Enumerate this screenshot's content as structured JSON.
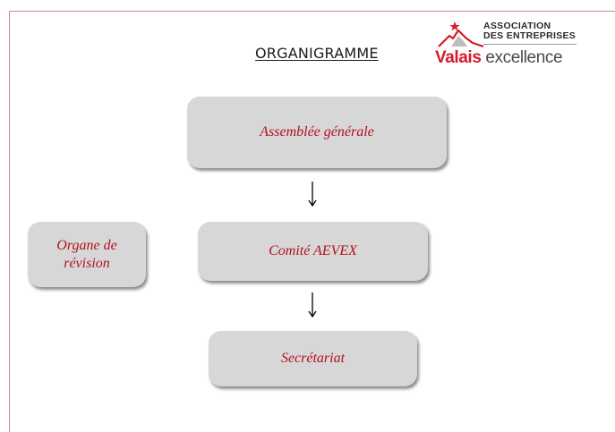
{
  "header": {
    "title": "ORGANIGRAMME"
  },
  "logo": {
    "association_line1": "ASSOCIATION",
    "association_line2": "DES ENTREPRISES",
    "brand_part1": "Valais",
    "brand_part2": "excellence",
    "colors": {
      "brand_red": "#d7192a",
      "brand_grey": "#4a4a4a"
    }
  },
  "org_chart": {
    "nodes": {
      "assemblee": "Assemblée générale",
      "comite": "Comité AEVEX",
      "secretariat": "Secrétariat",
      "organe_line1": "Organe de",
      "organe_line2": "révision"
    },
    "edges": [
      {
        "from": "assemblee",
        "to": "comite"
      },
      {
        "from": "comite",
        "to": "secretariat"
      }
    ],
    "colors": {
      "box_fill": "#d7d7d7",
      "text": "#b3111e"
    }
  }
}
